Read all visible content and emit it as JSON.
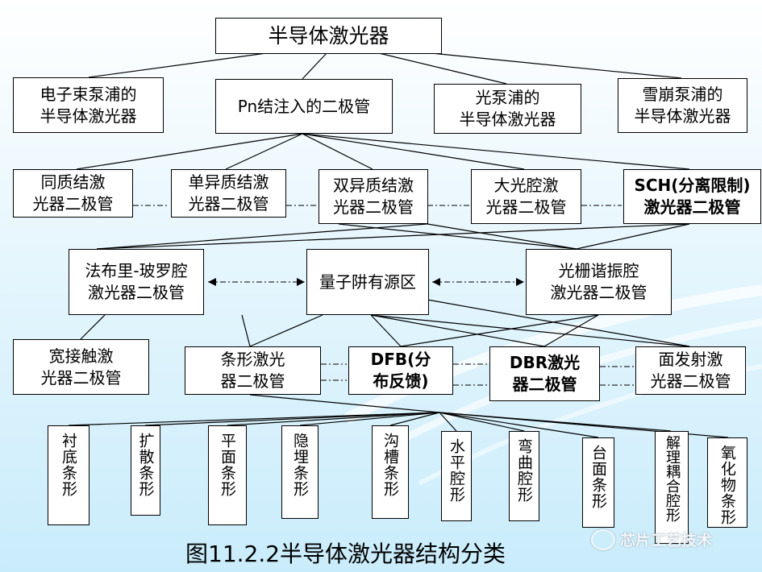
{
  "title": "半导体激光器",
  "level1": [
    "电子束泵浦的\n半导体激光器",
    "Pn结注入的二极管",
    "光泵浦的\n半导体激光器",
    "雪崩泵浦的\n半导体激光器"
  ],
  "level2": [
    "同质结激\n光器二极管",
    "单异质结激\n光器二极管",
    "双异质结激\n光器二极管",
    "大光腔激\n光器二极管",
    "SCH(分离限制)\n激光器二极管"
  ],
  "level3": [
    "法布里-玻罗腔\n激光器二极管",
    "量子阱有源区",
    "光栅谐振腔\n激光器二极管"
  ],
  "level4": [
    "宽接触激\n光器二极管",
    "条形激光\n器二极管",
    "DFB(分\n布反馈)",
    "DBR激光\n器二极管",
    "面发射激\n光器二极管"
  ],
  "level5": [
    "衬底条形",
    "扩散条形",
    "平面条形",
    "隐埋条形",
    "沟槽条形",
    "水平腔形",
    "弯曲腔形",
    "台面条形",
    "解理耦合腔形",
    "氧化物条形"
  ],
  "caption": "图11.2.2半导体激光器结构分类",
  "watermark": "芯片工艺技术",
  "colors": {
    "line": "#000000",
    "box_fill": "#ffffff",
    "background": "#dff3fc"
  }
}
